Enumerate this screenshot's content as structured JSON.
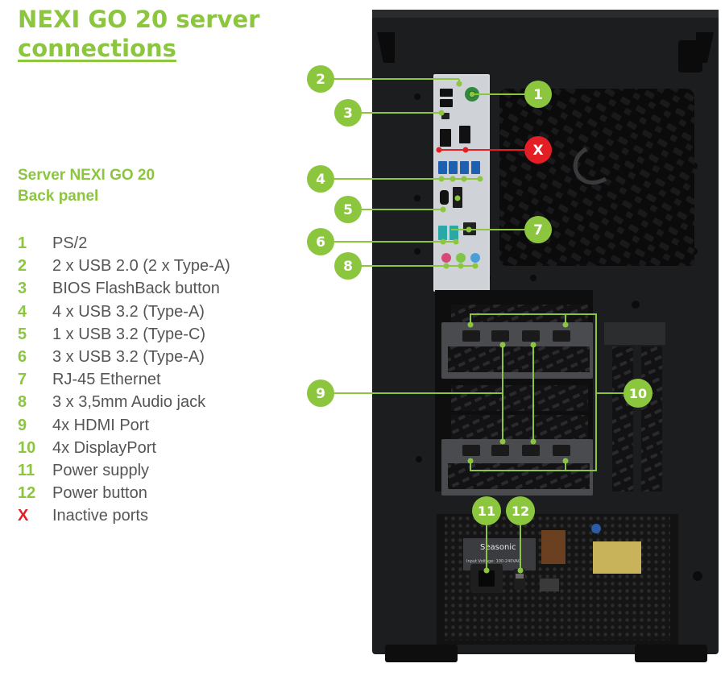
{
  "header": {
    "title_line1": "NEXI GO 20 server",
    "title_line2": "connections"
  },
  "subtitle": {
    "line1": "Server NEXI GO 20",
    "line2": "Back panel"
  },
  "legend": [
    {
      "num": "1",
      "label": "PS/2"
    },
    {
      "num": "2",
      "label": "2 x USB 2.0 (2 x Type-A)"
    },
    {
      "num": "3",
      "label": "BIOS FlashBack button"
    },
    {
      "num": "4",
      "label": "4 x USB 3.2 (Type-A)"
    },
    {
      "num": "5",
      "label": "1 x USB 3.2 (Type-C)"
    },
    {
      "num": "6",
      "label": "3 x USB 3.2 (Type-A)"
    },
    {
      "num": "7",
      "label": "RJ-45 Ethernet"
    },
    {
      "num": "8",
      "label": "3 x 3,5mm Audio jack"
    },
    {
      "num": "9",
      "label": "4x HDMI Port"
    },
    {
      "num": "10",
      "label": "4x DisplayPort"
    },
    {
      "num": "11",
      "label": "Power supply"
    },
    {
      "num": "12",
      "label": "Power button"
    },
    {
      "num": "X",
      "label": "Inactive ports",
      "inactive": true
    }
  ],
  "psu": {
    "brand": "Seasonic",
    "voltage_label": "Input Voltage: 100-240VAC"
  },
  "colors": {
    "accent": "#8cc63f",
    "inactive": "#e31e24",
    "text": "#555555",
    "case": "#1c1d1f"
  }
}
